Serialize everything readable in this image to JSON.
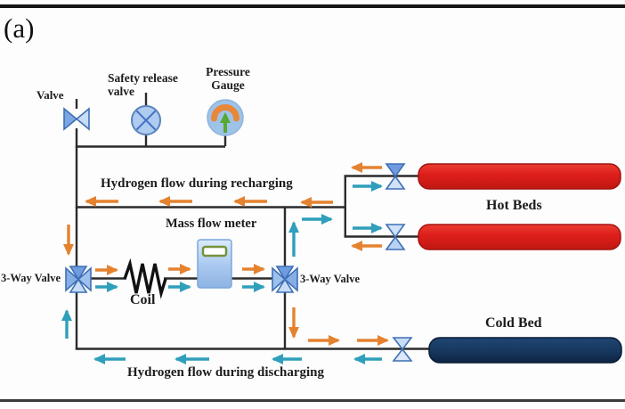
{
  "figure": {
    "panel_label": "(a)",
    "labels": {
      "valve": "Valve",
      "safety_release_valve": "Safety release valve",
      "pressure_gauge": "Pressure Gauge",
      "recharging_flow": "Hydrogen flow during recharging",
      "mass_flow_meter": "Mass flow meter",
      "coil": "Coil",
      "three_way_valve_left": "3-Way Valve",
      "three_way_valve_right": "3-Way Valve",
      "hot_beds": "Hot Beds",
      "cold_bed": "Cold Bed",
      "discharging_flow": "Hydrogen flow during discharging"
    },
    "colors": {
      "recharging_arrow": "#E5822F",
      "discharging_arrow": "#2F9FBB",
      "hot_bed_red": "#DE1F1C",
      "cold_bed_navy": "#17375E",
      "valve_blue": "#8DB4E2",
      "pipe_black": "#2B2B2B",
      "gauge_arc_orange": "#E8873A",
      "gauge_needle_green": "#58A832",
      "meter_display_green": "#76923C"
    }
  }
}
